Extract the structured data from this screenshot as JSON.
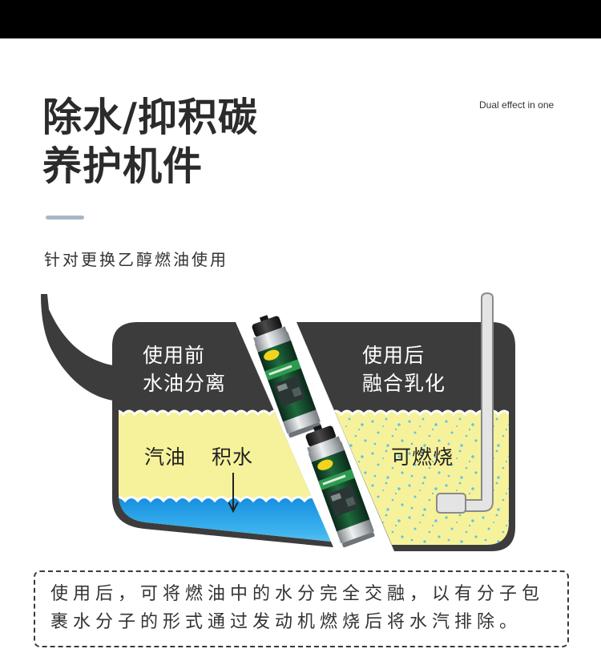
{
  "header": {
    "title_line1": "除水/抑积碳",
    "title_line2": "养护机件",
    "tagline": "Dual effect in one",
    "subtitle": "针对更换乙醇燃油使用"
  },
  "diagram": {
    "before": {
      "line1": "使用前",
      "line2": "水油分离",
      "fuel_label": "汽油",
      "water_label": "积水"
    },
    "after": {
      "line1": "使用后",
      "line2": "融合乳化",
      "result_label": "可燃烧"
    },
    "icons": {
      "flow": "arrow-down-icon",
      "product": "additive-can-icon",
      "pipe": "fuel-pickup-pipe-icon",
      "tank": "fuel-tank-icon"
    }
  },
  "note": {
    "lines": [
      "使用后，可将燃油中的水分完全交融，以有分子包",
      "裹水分子的形式通过发动机燃烧后将水汽排除。"
    ]
  },
  "colors": {
    "tank": "#3c3c3c",
    "fuel": "#f6f29b",
    "water": "#2aa6e8",
    "emulsion_dots": "#64c2e6",
    "accent_bar": "#aab6c6",
    "title": "#2b2b2b",
    "top_bar": "#000000"
  }
}
